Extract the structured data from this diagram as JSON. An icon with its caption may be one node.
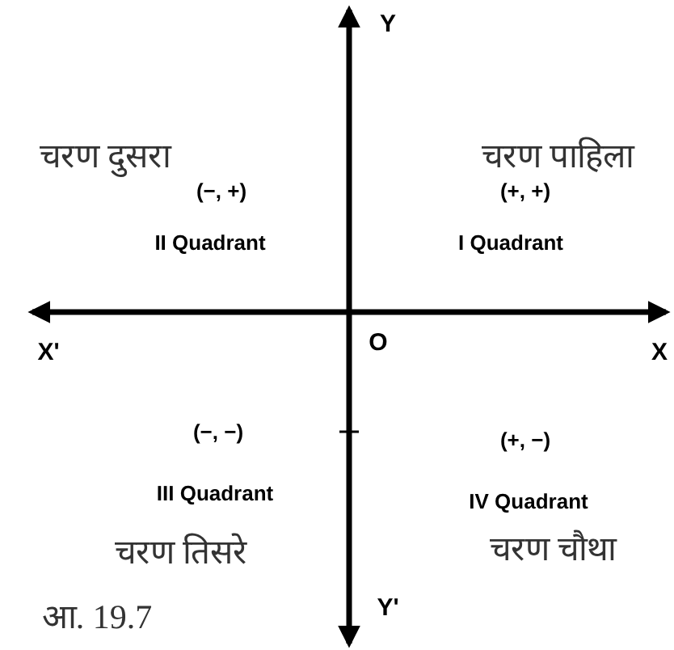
{
  "diagram": {
    "caption": "आ. 19.7",
    "labels": [
      "Y",
      "चरण दुसरा",
      "चरण पाहिला",
      "(−, +)",
      "(+, +)",
      "II Quadrant",
      "I Quadrant",
      "X'",
      "O",
      "X",
      "(−, −)",
      "(+, −)",
      "III Quadrant",
      "IV Quadrant",
      "चरण तिसरे",
      "चरण चौथा",
      "Y'"
    ]
  }
}
